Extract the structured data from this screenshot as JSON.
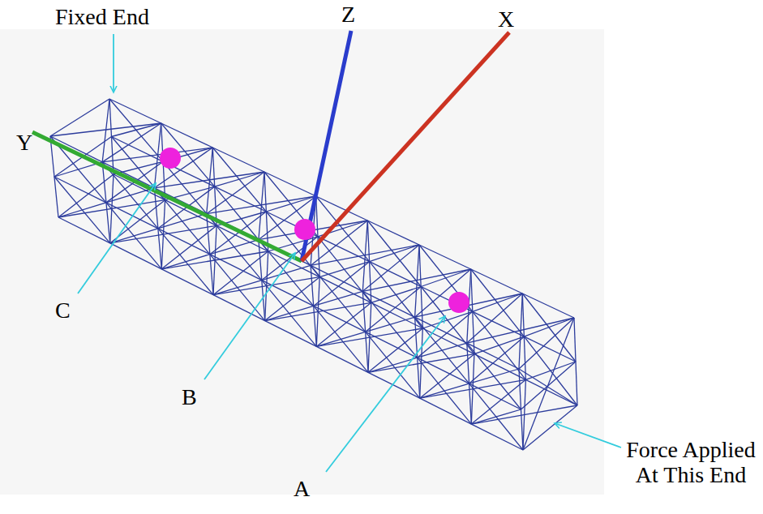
{
  "diagram": {
    "labels": [
      "Fixed End",
      "Z",
      "X",
      "Y",
      "C",
      "B",
      "A",
      "Force Applied At This End"
    ]
  }
}
